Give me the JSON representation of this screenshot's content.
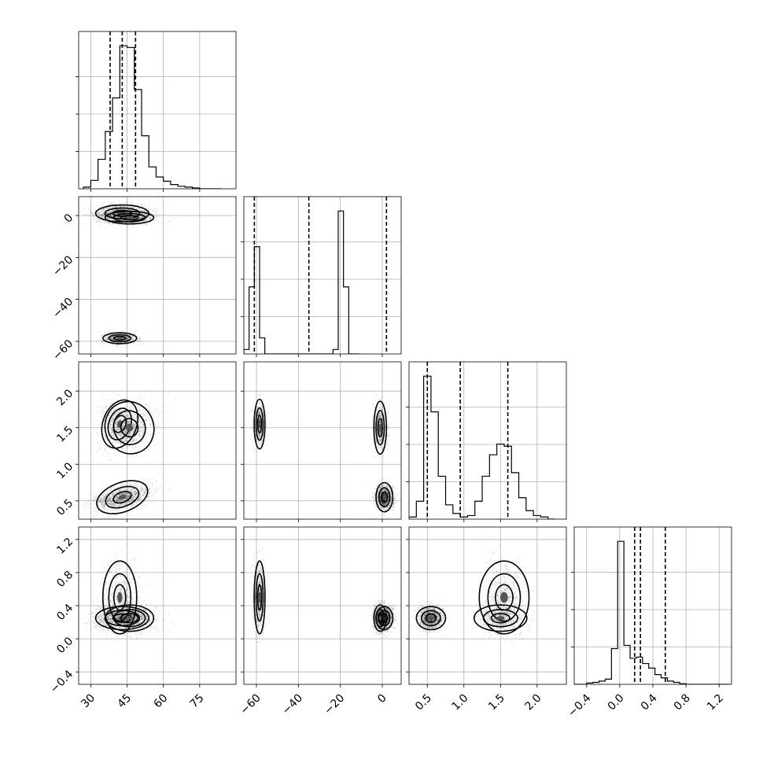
{
  "chart_data": {
    "type": "corner",
    "title": "",
    "parameters": [
      {
        "range": [
          25,
          90
        ],
        "ticks": [
          30,
          45,
          60,
          75
        ],
        "tick_labels": [
          "30",
          "45",
          "60",
          "75"
        ]
      },
      {
        "range": [
          -66,
          9
        ],
        "ticks": [
          -60,
          -40,
          -20,
          0
        ],
        "tick_labels": [
          "−60",
          "−40",
          "−20",
          "0"
        ]
      },
      {
        "range": [
          0.25,
          2.4
        ],
        "ticks": [
          0.5,
          1.0,
          1.5,
          2.0
        ],
        "tick_labels": [
          "0.5",
          "1.0",
          "1.5",
          "2.0"
        ]
      },
      {
        "range": [
          -0.55,
          1.35
        ],
        "ticks": [
          -0.4,
          0.0,
          0.4,
          0.8,
          1.2
        ],
        "tick_labels": [
          "−0.4",
          "0.0",
          "0.4",
          "0.8",
          "1.2"
        ]
      }
    ],
    "y_tick_labels": {
      "1": [
        "0",
        "−20",
        "−40",
        "−60"
      ],
      "2": [
        "2.0",
        "1.5",
        "1.0",
        "0.5"
      ],
      "3": [
        "1.2",
        "0.8",
        "0.4",
        "0.0",
        "−0.4"
      ]
    },
    "histograms": [
      {
        "param": 0,
        "bin_start": 27,
        "bin_width": 3,
        "counts": [
          2,
          10,
          35,
          68,
          108,
          170,
          168,
          118,
          63,
          26,
          14,
          9,
          5,
          3,
          2,
          1,
          0,
          0,
          0
        ],
        "quantiles": [
          38,
          43,
          48.5
        ]
      },
      {
        "param": 1,
        "bin_start": -66,
        "bin_width": 2.5,
        "counts": [
          5,
          75,
          120,
          18,
          0,
          0,
          0,
          0,
          0,
          0,
          0,
          0,
          0,
          0,
          0,
          0,
          0,
          5,
          160,
          75,
          0,
          0
        ],
        "quantiles": [
          -61,
          -35,
          2
        ]
      },
      {
        "param": 2,
        "bin_start": 0.25,
        "bin_width": 0.1,
        "counts": [
          3,
          25,
          200,
          150,
          60,
          20,
          8,
          3,
          5,
          25,
          60,
          90,
          105,
          102,
          65,
          30,
          12,
          5,
          3,
          0
        ],
        "quantiles": [
          0.5,
          0.95,
          1.6
        ]
      },
      {
        "param": 3,
        "bin_start": -0.55,
        "bin_width": 0.075,
        "counts": [
          0,
          0,
          2,
          3,
          5,
          8,
          55,
          220,
          60,
          40,
          42,
          32,
          25,
          15,
          10,
          5,
          3,
          1,
          0,
          0,
          0,
          0,
          0,
          0,
          0
        ],
        "quantiles": [
          0.18,
          0.25,
          0.55
        ]
      }
    ],
    "modes": [
      {
        "weight": 0.5,
        "mean": [
          43,
          1,
          0.55,
          0.25
        ],
        "sd": [
          5.5,
          2.0,
          0.1,
          0.07
        ]
      },
      {
        "weight": 0.25,
        "mean": [
          42,
          -58.5,
          1.55,
          0.5
        ],
        "sd": [
          3.5,
          1.3,
          0.17,
          0.22
        ]
      },
      {
        "weight": 0.25,
        "mean": [
          46,
          -1,
          1.5,
          0.25
        ],
        "sd": [
          5.0,
          1.5,
          0.18,
          0.08
        ]
      }
    ],
    "grid": true,
    "quantile_style": "dashed"
  }
}
